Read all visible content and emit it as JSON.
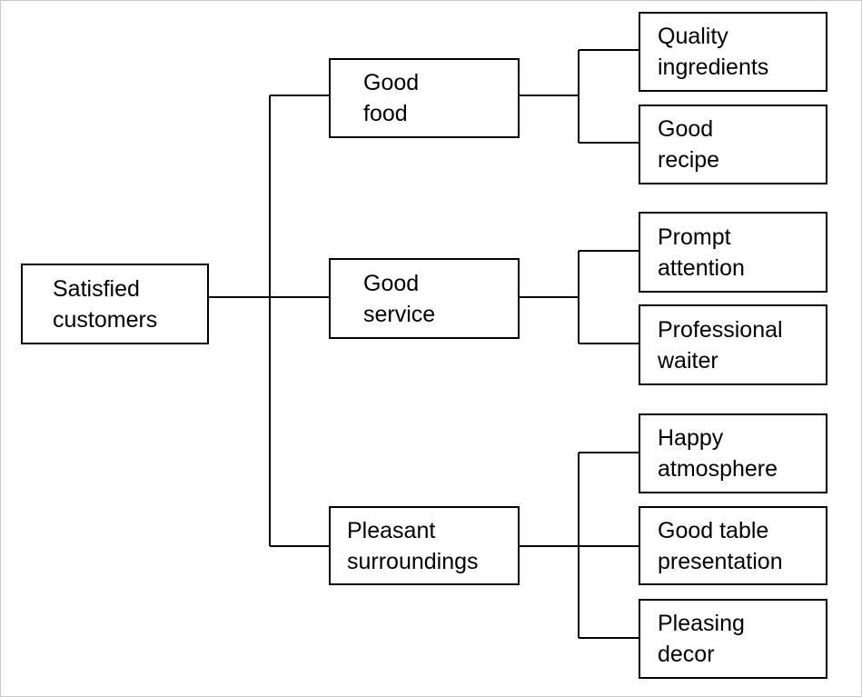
{
  "diagram": {
    "root": {
      "label": "Satisfied\ncustomers"
    },
    "branches": [
      {
        "label": "Good\nfood",
        "leaves": [
          {
            "label": "Quality\ningredients"
          },
          {
            "label": "Good\nrecipe"
          }
        ]
      },
      {
        "label": "Good\nservice",
        "leaves": [
          {
            "label": "Prompt\nattention"
          },
          {
            "label": "Professional\nwaiter"
          }
        ]
      },
      {
        "label": "Pleasant\nsurroundings",
        "leaves": [
          {
            "label": "Happy\natmosphere"
          },
          {
            "label": "Good table\npresentation"
          },
          {
            "label": "Pleasing\ndecor"
          }
        ]
      }
    ],
    "colors": {
      "line": "#000000",
      "box_border": "#000000",
      "background": "#ffffff"
    }
  }
}
